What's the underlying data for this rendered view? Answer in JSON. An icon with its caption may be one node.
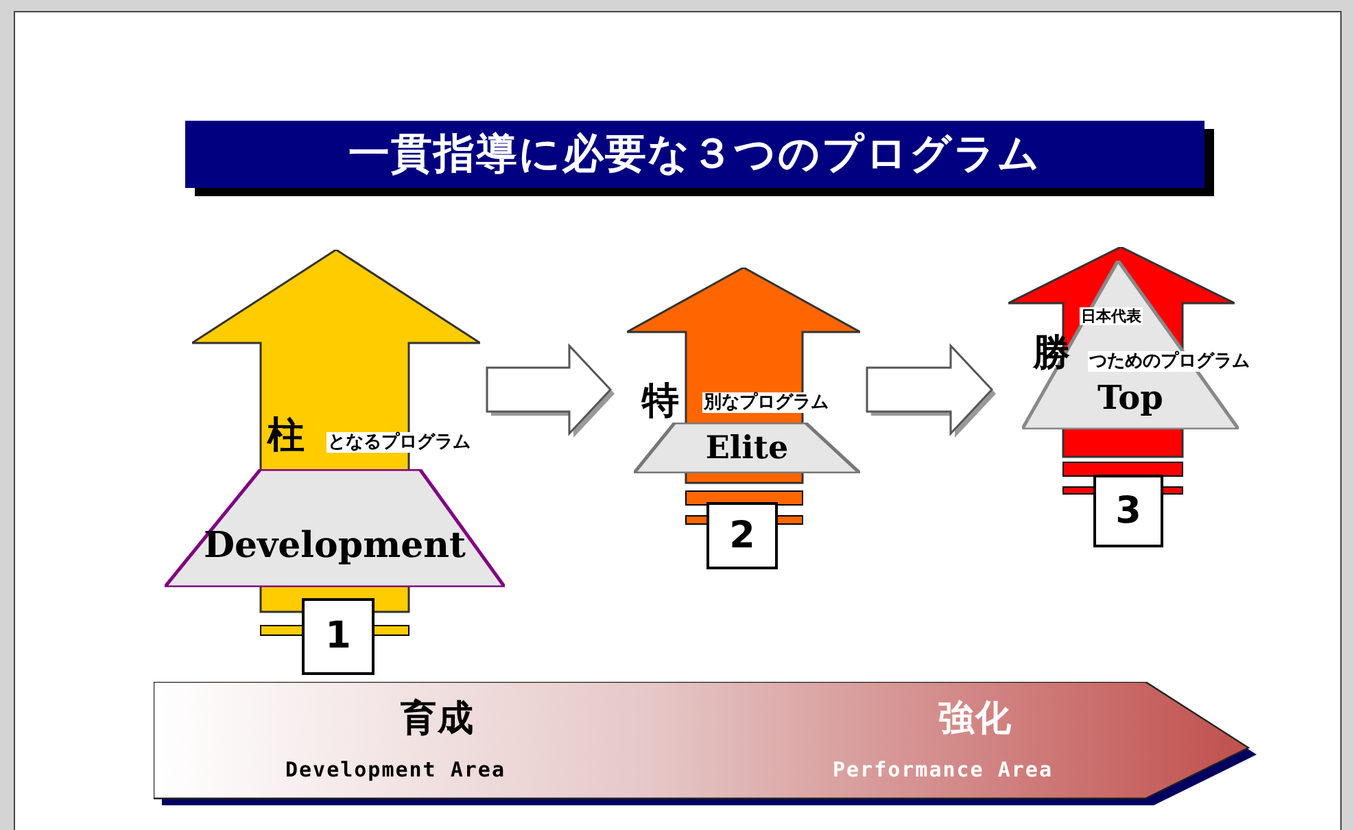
{
  "diagram": {
    "title": "一貫指導に必要な３つのプログラム",
    "nodes": [
      {
        "text": [
          "柱",
          "となるプログラム"
        ]
      },
      {
        "text": [
          "Development"
        ]
      },
      {
        "text": [
          "1"
        ]
      },
      {
        "text": [
          "特",
          "別なプログラム"
        ]
      },
      {
        "text": [
          "Elite"
        ],
        "in": 3
      },
      {
        "text": [
          "2"
        ]
      },
      {
        "text": [],
        "shape": "arrow"
      },
      {
        "text": [
          "日本代表",
          "勝",
          "つためのプログラム",
          "Top"
        ],
        "in": 6
      },
      {
        "text": [
          "3"
        ]
      },
      {
        "text": [
          "育成",
          "Development Area",
          "強化",
          "Performance Area"
        ]
      }
    ],
    "edges": [
      {
        "from": 0,
        "to": 3,
        "arrow": "to"
      },
      {
        "from": 3,
        "to": 6,
        "arrow": "to"
      }
    ]
  }
}
